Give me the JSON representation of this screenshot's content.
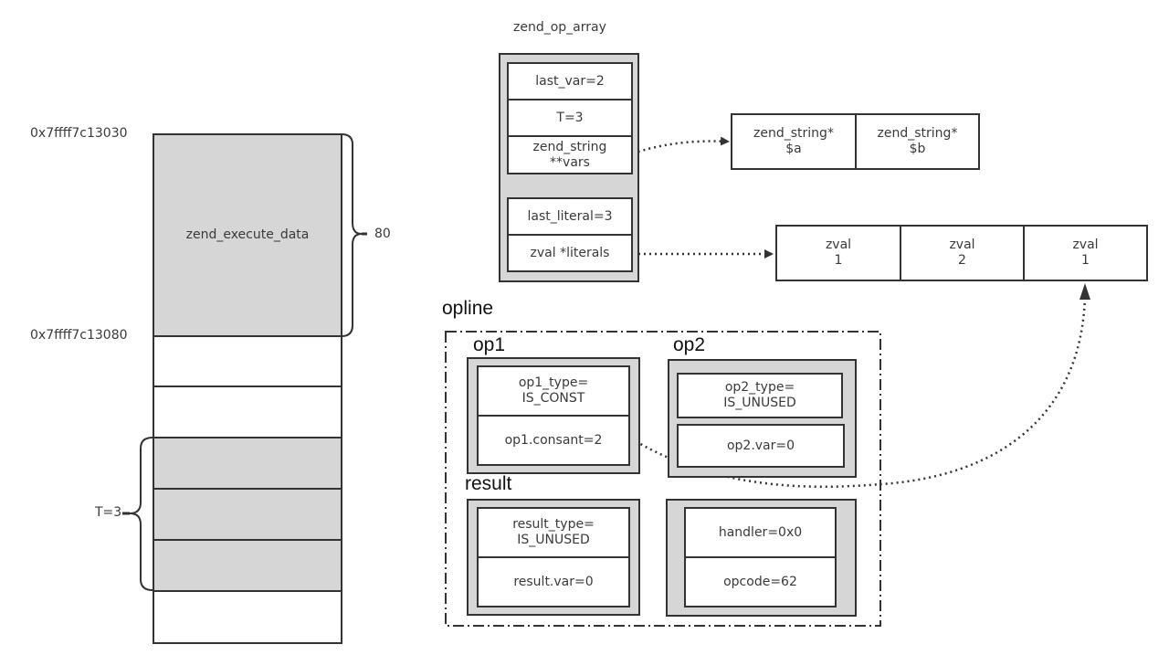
{
  "stack": {
    "addr_top": "0x7ffff7c13030",
    "addr_bottom": "0x7ffff7c13080",
    "execute_data_label": "zend_execute_data",
    "execute_data_size": "80",
    "temp_label": "T=3",
    "slots": [
      "",
      "",
      "",
      "",
      "",
      ""
    ]
  },
  "op_array": {
    "title": "zend_op_array",
    "fields_top": [
      "last_var=2",
      "T=3",
      "zend_string\n**vars"
    ],
    "fields_bottom": [
      "last_literal=3",
      "zval *literals"
    ]
  },
  "vars_array": [
    {
      "type": "zend_string*",
      "name": "$a"
    },
    {
      "type": "zend_string*",
      "name": "$b"
    }
  ],
  "literals": [
    {
      "type": "zval",
      "value": "1"
    },
    {
      "type": "zval",
      "value": "2"
    },
    {
      "type": "zval",
      "value": "1"
    }
  ],
  "opline": {
    "title": "opline",
    "op1": {
      "title": "op1",
      "fields": [
        "op1_type=\nIS_CONST",
        "op1.consant=2"
      ]
    },
    "op2": {
      "title": "op2",
      "fields": [
        "op2_type=\nIS_UNUSED",
        "op2.var=0"
      ]
    },
    "result": {
      "title": "result",
      "fields": [
        "result_type=\nIS_UNUSED",
        "result.var=0"
      ]
    },
    "misc": {
      "fields": [
        "handler=0x0",
        "opcode=62"
      ]
    }
  }
}
